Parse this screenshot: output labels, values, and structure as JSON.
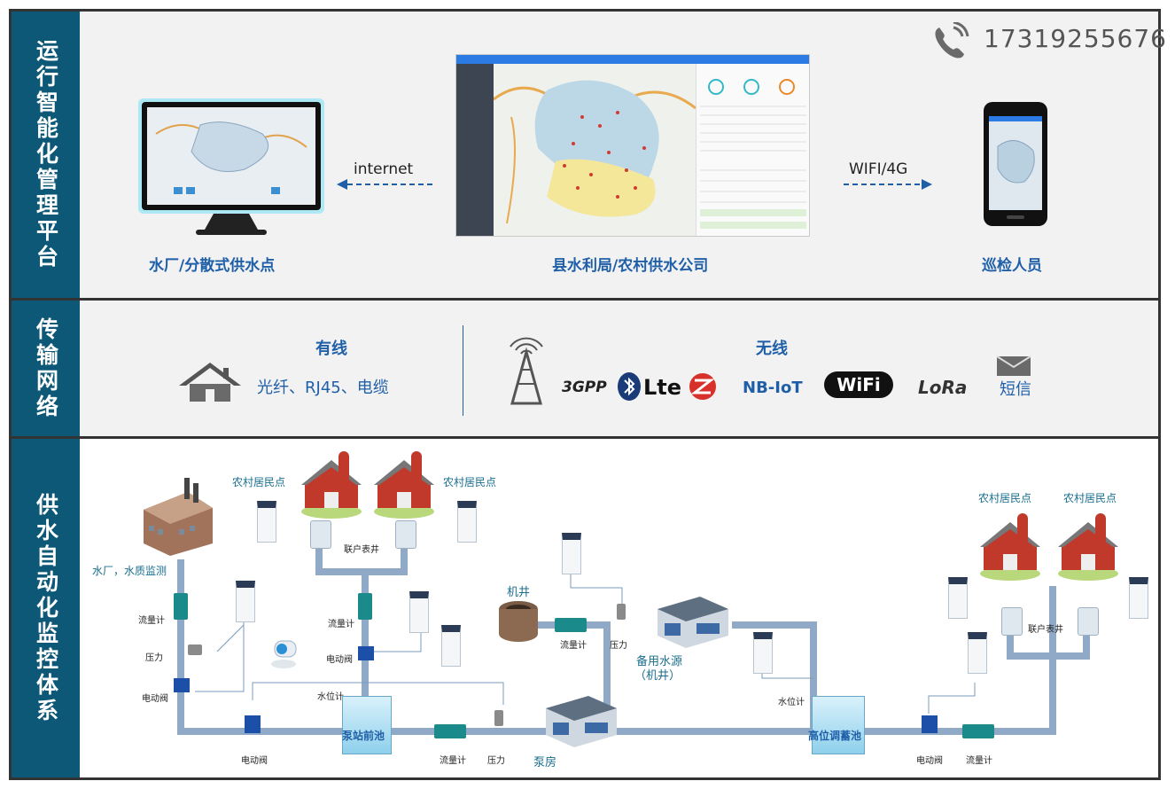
{
  "phone": {
    "number": "17319255676",
    "icon": "phone-icon"
  },
  "sections": {
    "platform": {
      "title": "运行智能化管理平台",
      "left_label": "水厂/分散式供水点",
      "center_label": "县水利局/农村供水公司",
      "right_label": "巡检人员",
      "link_left": "internet",
      "link_right": "WIFI/4G"
    },
    "network": {
      "title": "传输网络",
      "wired_title": "有线",
      "wired_items": "光纤、RJ45、电缆",
      "wireless_title": "无线",
      "wireless_items": [
        "3GPP",
        "Lte",
        "NB-IoT",
        "WiFi",
        "LoRa",
        "短信"
      ]
    },
    "supply": {
      "title": "供水自动化监控体系",
      "labels": {
        "plant": "水厂，水质监测",
        "village1": "农村居民点",
        "village2": "农村居民点",
        "village3": "农村居民点",
        "village4": "农村居民点",
        "meter_well_1": "联户表井",
        "meter_well_2": "联户表井",
        "flow_a": "流量计",
        "pressure_a": "压力",
        "valve_a": "电动阀",
        "flow_b": "流量计",
        "valve_b": "电动阀",
        "level_a": "水位计",
        "pool_a": "泵站前池",
        "valve_c": "电动阀",
        "flow_c": "流量计",
        "pressure_c": "压力",
        "pump_room": "泵房",
        "well": "机井",
        "flow_d": "流量计",
        "pressure_d": "压力",
        "backup": "备用水源",
        "backup_sub": "（机井）",
        "level_b": "水位计",
        "pool_b": "高位调蓄池",
        "valve_e": "电动阀",
        "flow_e": "流量计"
      }
    }
  },
  "colors": {
    "section_label": "#0d5876",
    "pipe": "#8fa9c6",
    "teal_text": "#1a6f8e",
    "blue_text": "#1f5fa8"
  }
}
